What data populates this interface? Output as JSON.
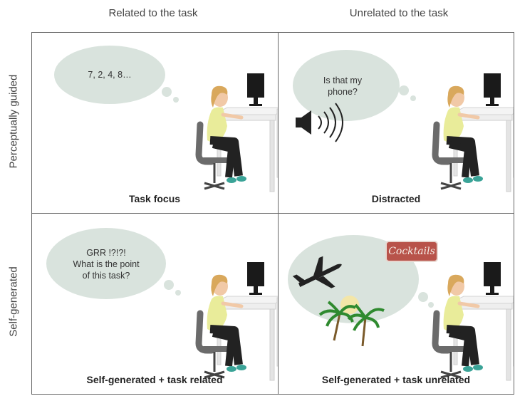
{
  "columns": [
    "Related to the task",
    "Unrelated to the task"
  ],
  "rows": [
    "Perceptually guided",
    "Self-generated"
  ],
  "cells": [
    {
      "caption": "Task focus",
      "thought": [
        "7, 2, 4, 8…"
      ]
    },
    {
      "caption": "Distracted",
      "thought": [
        "Is that my",
        "phone?"
      ]
    },
    {
      "caption": "Self-generated + task related",
      "thought": [
        "GRR !?!?!",
        "What is the point",
        "of this task?"
      ]
    },
    {
      "caption": "Self-generated + task unrelated",
      "sign_text": "Cocktails"
    }
  ],
  "colors": {
    "bubble": "#d9e3dd",
    "skin": "#f1c9a7",
    "hair": "#d9a85c",
    "shirt": "#e9ec9a",
    "trousers": "#222222",
    "chair": "#6b6b6b",
    "desk": "#eeeeee",
    "monitor": "#1a1a1a",
    "shoes": "#3aa397"
  }
}
